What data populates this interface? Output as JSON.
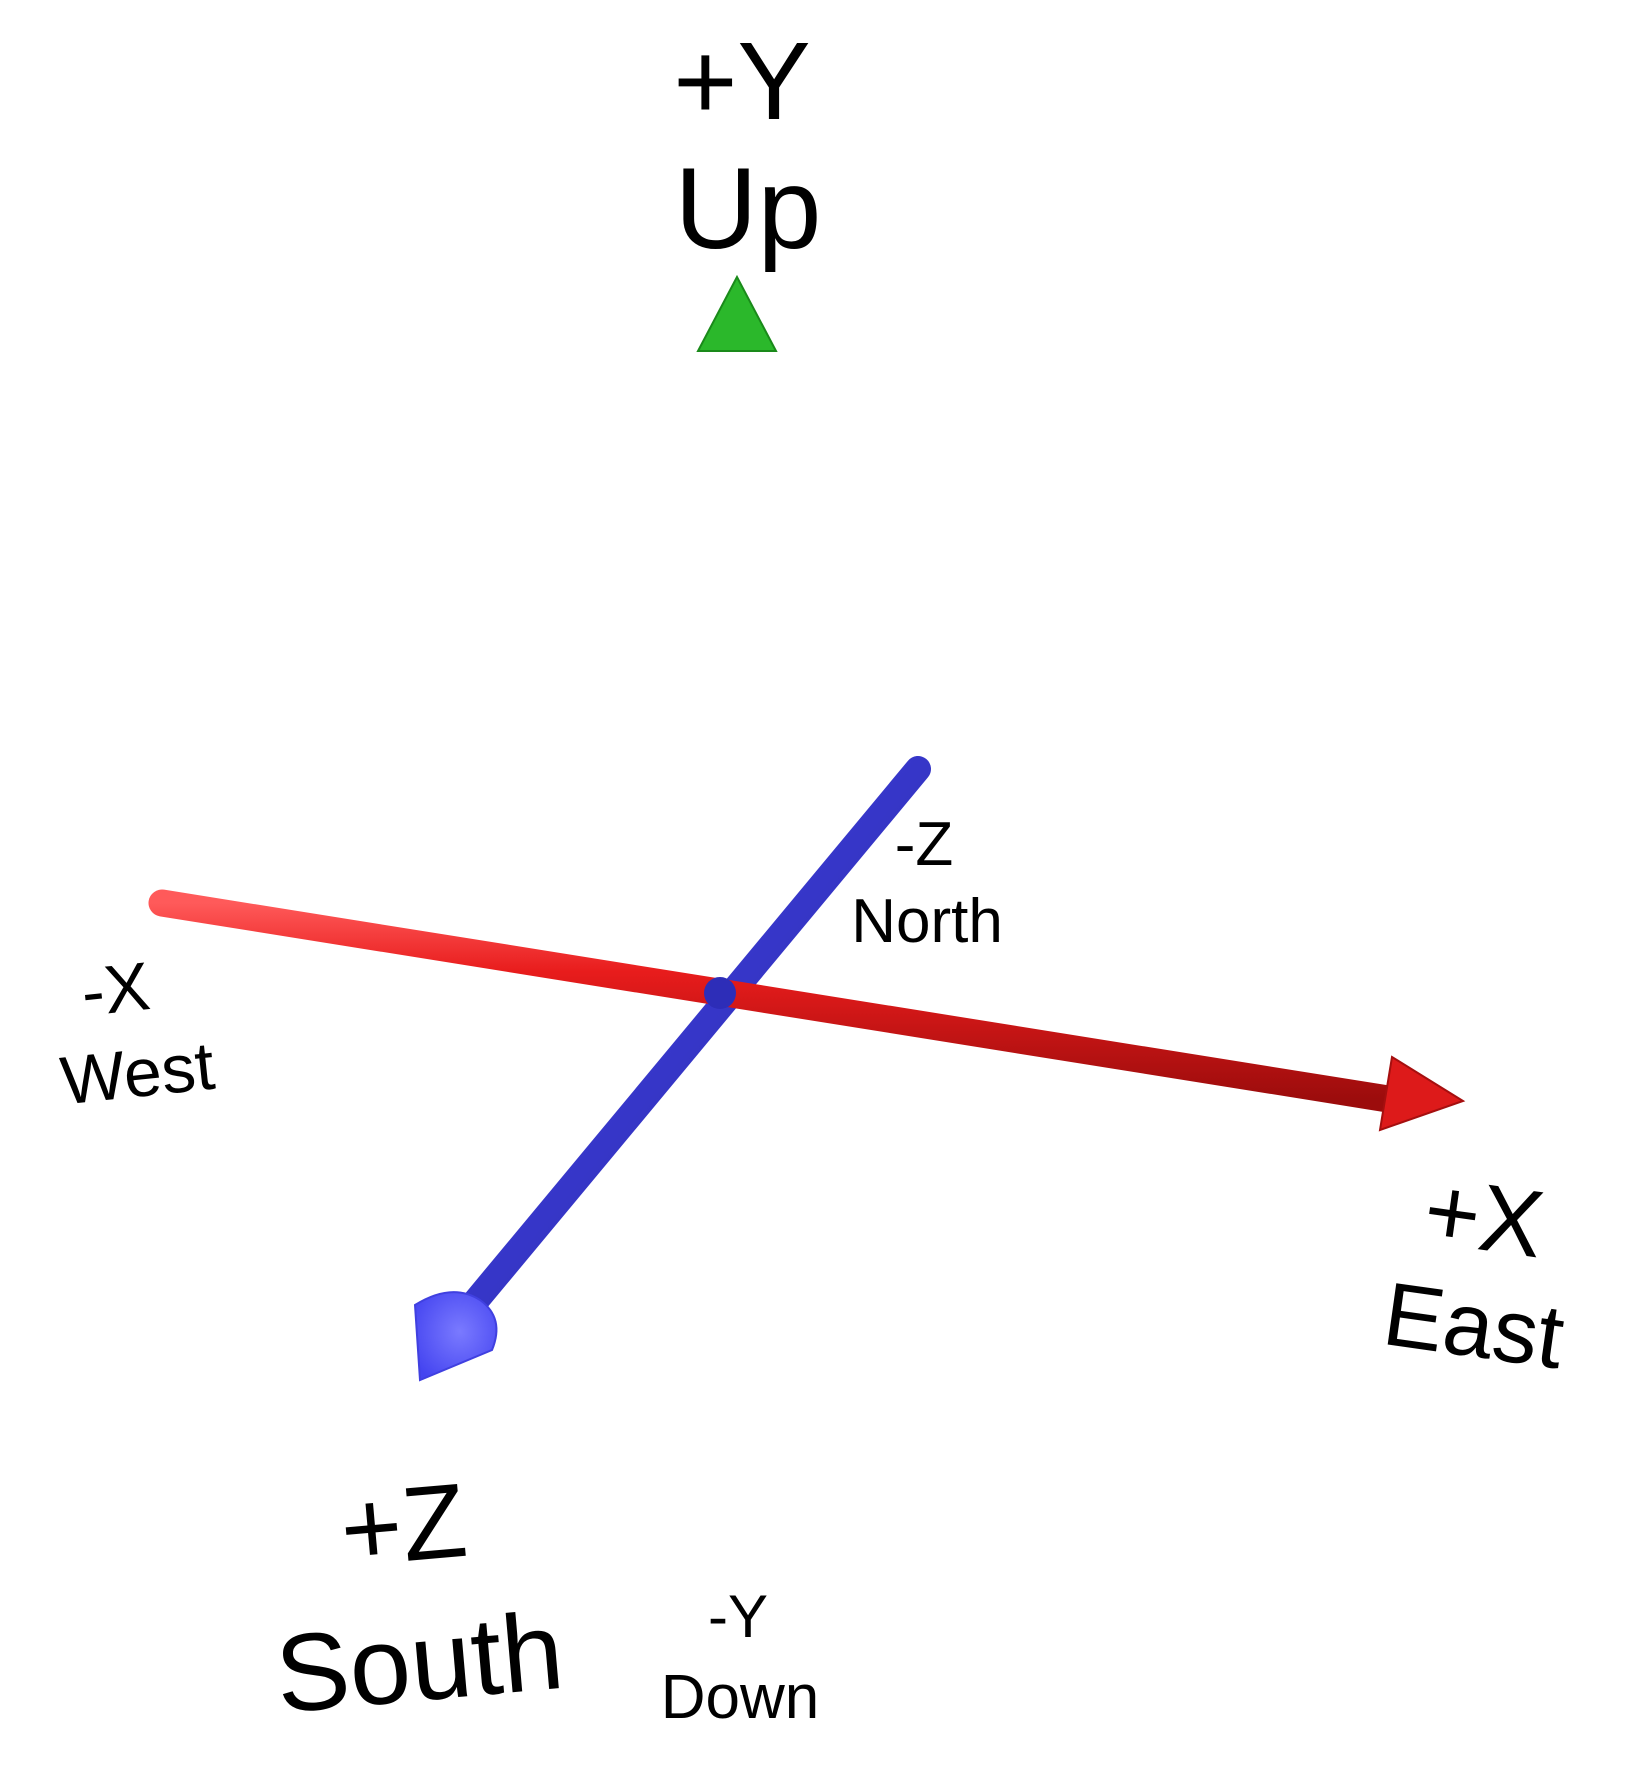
{
  "diagram": {
    "type": "3d-coordinate-axes",
    "colors": {
      "x_axis": "#e01a1a",
      "y_axis": "#22b022",
      "z_axis": "#3b3bd6",
      "z_axis_head": "#5a5aff",
      "text": "#000000",
      "background": "#ffffff"
    },
    "axes": {
      "x": {
        "positive": {
          "sign": "+X",
          "direction": "East"
        },
        "negative": {
          "sign": "-X",
          "direction": "West"
        }
      },
      "y": {
        "positive": {
          "sign": "+Y",
          "direction": "Up"
        },
        "negative": {
          "sign": "-Y",
          "direction": "Down"
        }
      },
      "z": {
        "positive": {
          "sign": "+Z",
          "direction": "South"
        },
        "negative": {
          "sign": "-Z",
          "direction": "North"
        }
      }
    }
  }
}
